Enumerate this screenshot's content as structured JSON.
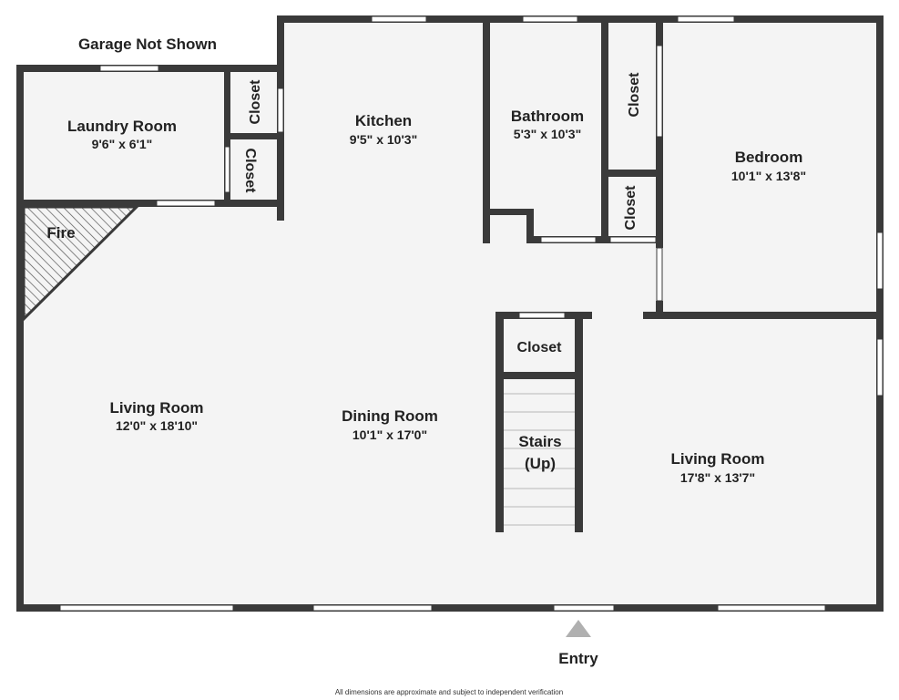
{
  "plan": {
    "garage_note": "Garage Not Shown",
    "entry_label": "Entry",
    "disclaimer": "All dimensions are approximate and subject to independent verification",
    "colors": {
      "wall": "#3a3a3a",
      "floor": "#f4f4f4",
      "window": "#ffffff",
      "arrow": "#b0b0b0",
      "text": "#222222"
    },
    "rooms": {
      "laundry": {
        "name": "Laundry Room",
        "dims": "9'6\" x 6'1\""
      },
      "kitchen": {
        "name": "Kitchen",
        "dims": "9'5\" x 10'3\""
      },
      "bathroom": {
        "name": "Bathroom",
        "dims": "5'3\" x 10'3\""
      },
      "bedroom": {
        "name": "Bedroom",
        "dims": "10'1\" x 13'8\""
      },
      "living_left": {
        "name": "Living Room",
        "dims": "12'0\" x 18'10\""
      },
      "dining": {
        "name": "Dining Room",
        "dims": "10'1\" x 17'0\""
      },
      "living_right": {
        "name": "Living Room",
        "dims": "17'8\" x 13'7\""
      },
      "fire": {
        "name": "Fire"
      }
    },
    "closets": {
      "upper_left": "Closet",
      "lower_left": "Closet",
      "upper_right": "Closet",
      "lower_right": "Closet",
      "center": "Closet"
    },
    "stairs": {
      "line1": "Stairs",
      "line2": "(Up)"
    }
  }
}
